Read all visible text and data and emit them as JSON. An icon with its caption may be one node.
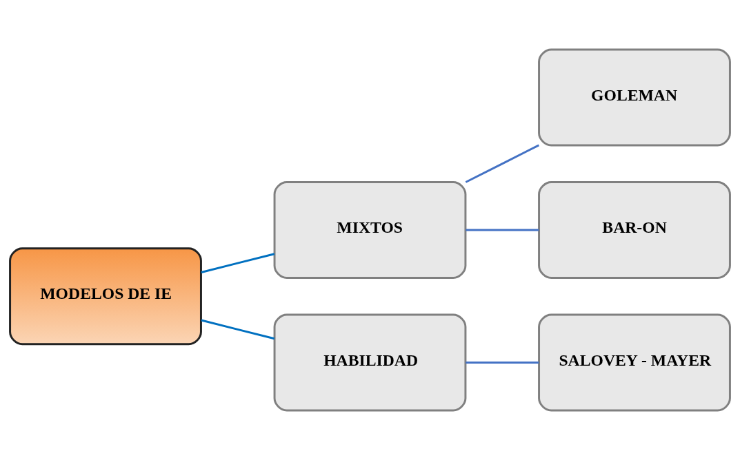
{
  "diagram": {
    "nodes": [
      {
        "text": [
          "MODELOS DE IE"
        ]
      },
      {
        "text": [
          "MIXTOS"
        ]
      },
      {
        "text": [
          "HABILIDAD"
        ]
      },
      {
        "text": [
          "GOLEMAN"
        ]
      },
      {
        "text": [
          "BAR-ON"
        ]
      },
      {
        "text": [
          "SALOVEY - MAYER"
        ]
      }
    ],
    "edges": [
      {
        "from": 0,
        "to": 1,
        "arrow": "none",
        "color": "#0070c0"
      },
      {
        "from": 0,
        "to": 2,
        "arrow": "none",
        "color": "#0070c0"
      },
      {
        "from": 1,
        "to": 3,
        "arrow": "none"
      },
      {
        "from": 1,
        "to": 4,
        "arrow": "none"
      },
      {
        "from": 2,
        "to": 5,
        "arrow": "none"
      }
    ]
  }
}
